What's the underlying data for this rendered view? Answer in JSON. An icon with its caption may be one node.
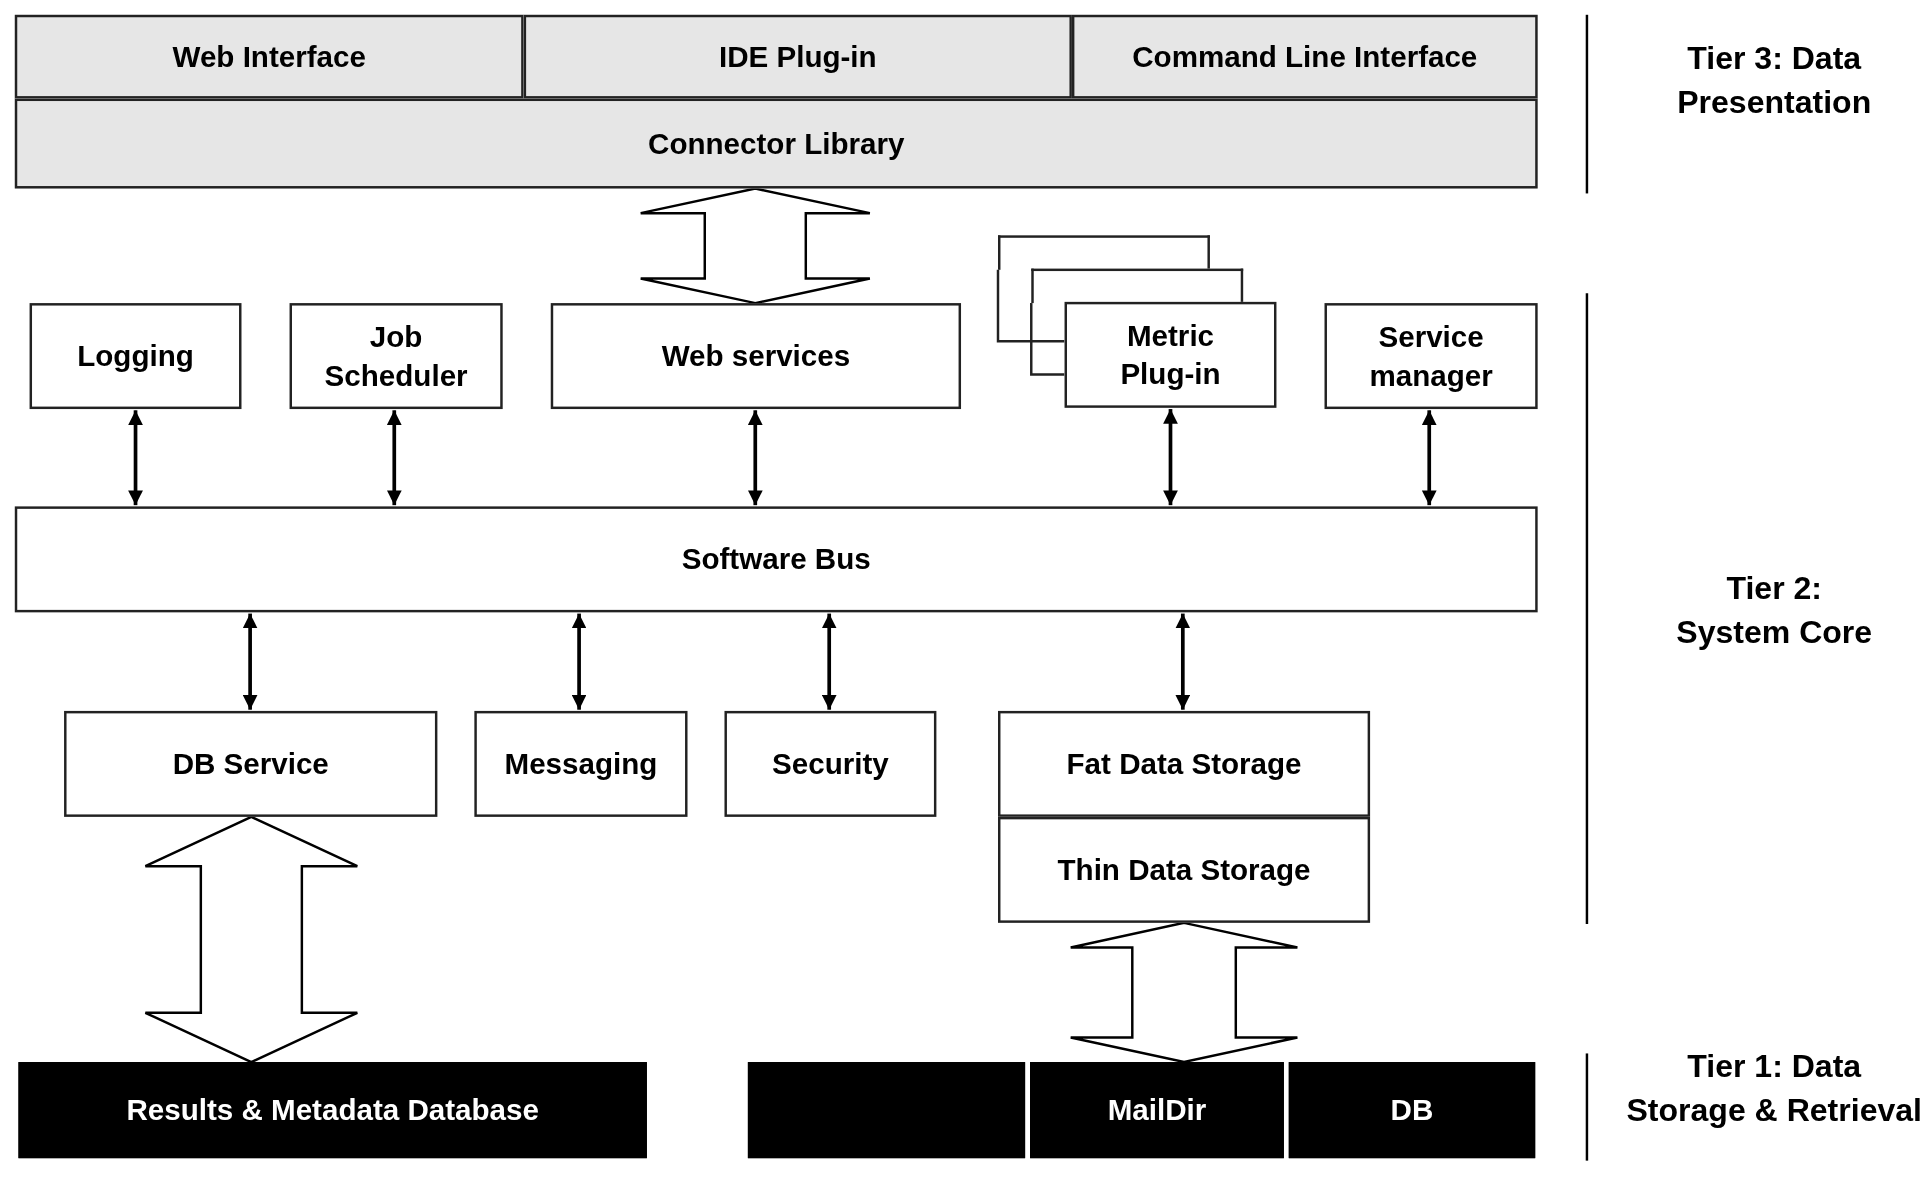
{
  "diagram": {
    "nodes": [
      {
        "text": [
          "Web Interface"
        ]
      },
      {
        "text": [
          "IDE Plug-in"
        ]
      },
      {
        "text": [
          "Command Line Interface"
        ]
      },
      {
        "text": [
          "Connector Library"
        ]
      },
      {
        "text": [
          "Logging"
        ]
      },
      {
        "text": [
          "Job Scheduler"
        ]
      },
      {
        "text": [
          "Web services"
        ]
      },
      {
        "text": [],
        "shape": "box"
      },
      {
        "text": [],
        "shape": "box"
      },
      {
        "text": [
          "Metric Plug-in"
        ]
      },
      {
        "text": [
          "Service manager"
        ]
      },
      {
        "text": [
          "Software Bus"
        ]
      },
      {
        "text": [
          "DB Service"
        ]
      },
      {
        "text": [
          "Messaging"
        ]
      },
      {
        "text": [
          "Security"
        ]
      },
      {
        "text": [
          "Fat Data Storage"
        ]
      },
      {
        "text": [
          "Thin Data Storage"
        ]
      },
      {
        "text": [
          "Results & Metadata Database"
        ]
      },
      {
        "text": [],
        "shape": "box"
      },
      {
        "text": [
          "MailDir"
        ]
      },
      {
        "text": [
          "DB"
        ]
      }
    ],
    "edges": [
      {
        "from": 3,
        "to": 6,
        "arrow": "both",
        "style": "thick"
      },
      {
        "from": 4,
        "to": 11,
        "arrow": "both"
      },
      {
        "from": 5,
        "to": 11,
        "arrow": "both"
      },
      {
        "from": 6,
        "to": 11,
        "arrow": "both"
      },
      {
        "from": 9,
        "to": 11,
        "arrow": "both"
      },
      {
        "from": 10,
        "to": 11,
        "arrow": "both"
      },
      {
        "from": 11,
        "to": 12,
        "arrow": "both"
      },
      {
        "from": 11,
        "to": 13,
        "arrow": "both"
      },
      {
        "from": 11,
        "to": 14,
        "arrow": "both"
      },
      {
        "from": 11,
        "to": 15,
        "arrow": "both"
      },
      {
        "from": 12,
        "to": 17,
        "arrow": "both",
        "style": "thick"
      },
      {
        "from": 16,
        "to": 19,
        "arrow": "both",
        "style": "thick"
      }
    ],
    "labels": [
      "Tier 3: Data Presentation",
      "Tier 2: System Core",
      "Tier 1: Data Storage & Retrieval"
    ]
  }
}
